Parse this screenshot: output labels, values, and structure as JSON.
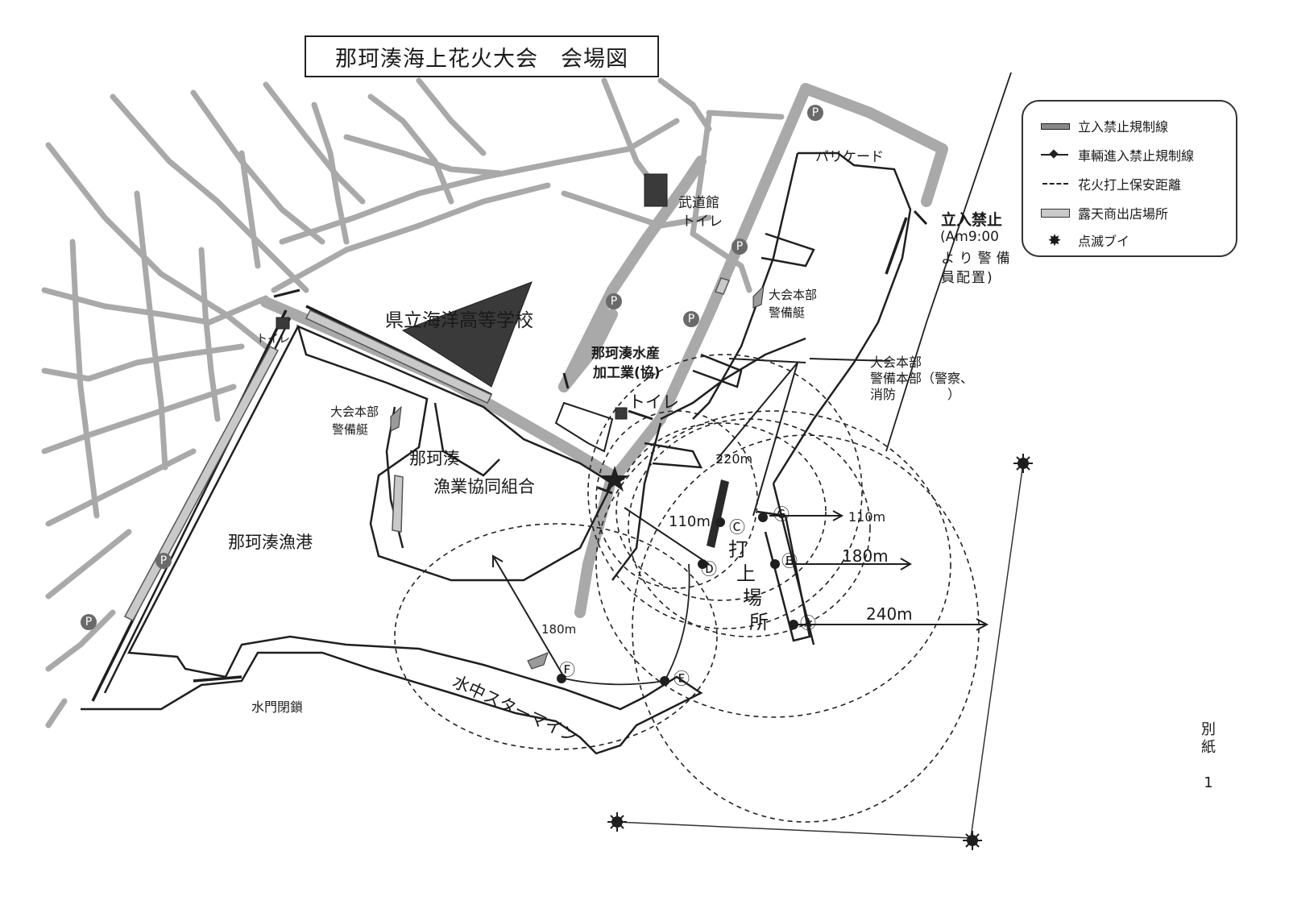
{
  "title": "那珂湊海上花火大会　会場図",
  "legend": {
    "items": [
      {
        "label": "立入禁止規制線",
        "icon": "restricted-line-icon"
      },
      {
        "label": "車輛進入禁止規制線",
        "icon": "vehicle-barrier-line-icon"
      },
      {
        "label": "花火打上保安距離",
        "icon": "safety-distance-dashed-icon"
      },
      {
        "label": "露天商出店場所",
        "icon": "stall-area-icon"
      },
      {
        "label": "点滅ブイ",
        "icon": "flashing-buoy-icon"
      }
    ]
  },
  "labels": {
    "barricade": "バリケード",
    "budokan_toilet_1": "武道館",
    "budokan_toilet_2": "トイレ",
    "no_entry": "立入禁止",
    "no_entry_note_1": "(Am9:00",
    "no_entry_note_2": "より警備",
    "no_entry_note_3": "員配置)",
    "hq_boat_right_1": "大会本部",
    "hq_boat_right_2": "警備艇",
    "school": "県立海洋高等学校",
    "toilet_left": "トイレ",
    "fish_processing_1": "那珂湊水産",
    "fish_processing_2": "加工業(協)",
    "toilet_center": "トイレ",
    "hq_police_1": "大会本部",
    "hq_police_2": "警備本部（警察、",
    "hq_police_3": "消防　　　　）",
    "hq_boat_left_1": "大会本部",
    "hq_boat_left_2": "警備艇",
    "fishery_coop_1": "那珂湊",
    "fishery_coop_2": "漁業協同組合",
    "fishing_port": "那珂湊漁港",
    "launch_site_1": "打",
    "launch_site_2": "上",
    "launch_site_3": "場",
    "launch_site_4": "所",
    "water_gate": "水門閉鎖",
    "underwater_starmine": "水中スターマイン",
    "side_note_1": "別",
    "side_note_2": "紙",
    "side_note_3": "1"
  },
  "distances": {
    "d220": "220m",
    "d110_left": "110m",
    "d110_right": "110m",
    "d180_right": "180m",
    "d240": "240m",
    "d180_left": "180m"
  },
  "launch_points": [
    "Ⓐ",
    "Ⓑ",
    "Ⓒ",
    "Ⓓ",
    "Ⓔ",
    "Ⓕ",
    "Ⓖ"
  ],
  "parking_symbol": "P",
  "colors": {
    "road": "#a9a9a9",
    "ink": "#1f1f1f",
    "building": "#3a3a3a",
    "stall": "#bdbdbd"
  }
}
